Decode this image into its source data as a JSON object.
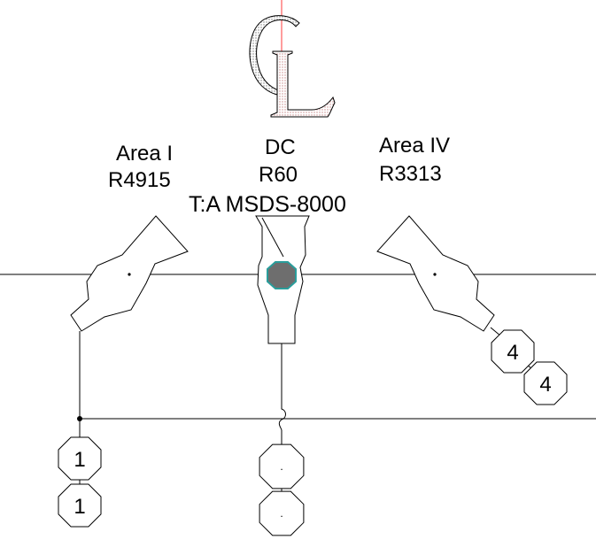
{
  "logo": {
    "letters": "CL",
    "icon": "cl-monogram-logo"
  },
  "labels": {
    "area_left": {
      "name": "Area I",
      "code": "R4915"
    },
    "center": {
      "name": "DC",
      "code": "R60",
      "type": "T:A MSDS-8000"
    },
    "area_right": {
      "name": "Area IV",
      "code": "R3313"
    }
  },
  "badges": {
    "left_top": "1",
    "left_bottom": "1",
    "right_top": "4",
    "right_bottom": "4",
    "center_top": ".",
    "center_bottom": "."
  },
  "colors": {
    "line": "#000000",
    "center_core_fill": "#6e6e6e",
    "center_core_stroke": "#2a9d9b",
    "guide_line": "#ff3b3b"
  }
}
